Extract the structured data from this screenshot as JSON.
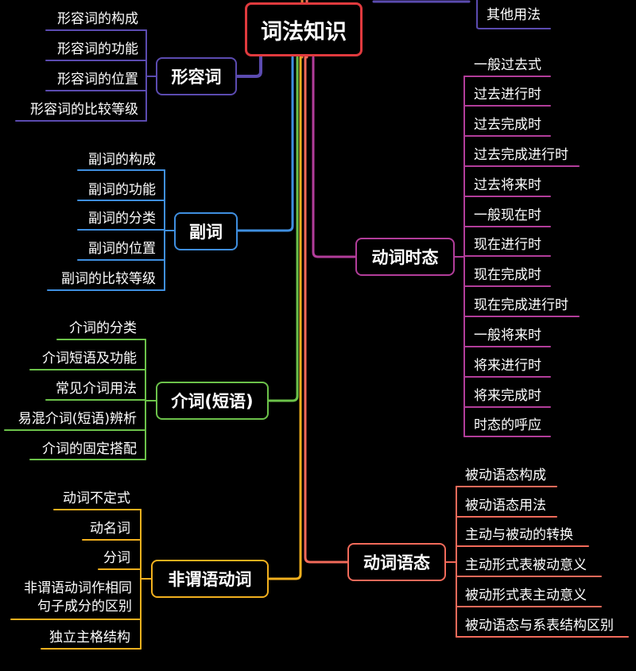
{
  "root": {
    "label": "词法知识",
    "color": "#e03a3e"
  },
  "top_right": {
    "other_usage": "其他用法",
    "color": "#5b4bb0"
  },
  "adjective": {
    "label": "形容词",
    "color": "#5b4bb0",
    "items": [
      "形容词的构成",
      "形容词的功能",
      "形容词的位置",
      "形容词的比较等级"
    ]
  },
  "adverb": {
    "label": "副词",
    "color": "#3f8fe0",
    "items": [
      "副词的构成",
      "副词的功能",
      "副词的分类",
      "副词的位置",
      "副词的比较等级"
    ]
  },
  "preposition": {
    "label": "介词(短语)",
    "color": "#6cc24a",
    "items": [
      "介词的分类",
      "介词短语及功能",
      "常见介词用法",
      "易混介词(短语)辨析",
      "介词的固定搭配"
    ]
  },
  "nonfinite": {
    "label": "非谓语动词",
    "color": "#f2b01e",
    "items": [
      "动词不定式",
      "动名词",
      "分词",
      "非谓语动词作相同句子成分的区别",
      "独立主格结构"
    ]
  },
  "tense": {
    "label": "动词时态",
    "color": "#b23d9a",
    "items": [
      "一般过去式",
      "过去进行时",
      "过去完成时",
      "过去完成进行时",
      "过去将来时",
      "一般现在时",
      "现在进行时",
      "现在完成时",
      "现在完成进行时",
      "一般将来时",
      "将来进行时",
      "将来完成时",
      "时态的呼应"
    ]
  },
  "voice": {
    "label": "动词语态",
    "color": "#f26a5a",
    "items": [
      "被动语态构成",
      "被动语态用法",
      "主动与被动的转换",
      "主动形式表被动意义",
      "被动形式表主动意义",
      "被动语态与系表结构区别"
    ]
  },
  "trunk_colors": [
    "#f2b01e",
    "#f26a5a",
    "#e8863a"
  ]
}
